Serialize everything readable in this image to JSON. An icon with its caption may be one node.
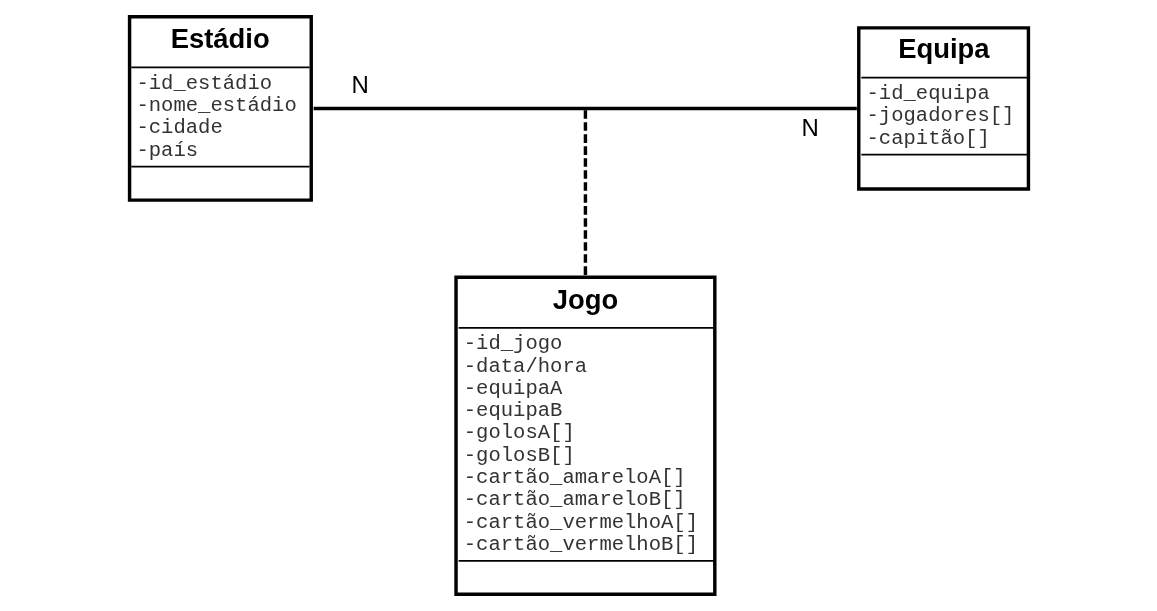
{
  "diagram": {
    "nodes": [
      {
        "text": [
          "Estádio",
          "-id_estádio",
          "-nome_estádio",
          "-cidade",
          "-país"
        ]
      },
      {
        "text": [
          "Equipa",
          "-id_equipa",
          "-jogadores[]",
          "-capitão[]"
        ]
      },
      {
        "text": [
          "Jogo",
          "-id_jogo",
          "-data/hora",
          "-equipaA",
          "-equipaB",
          "-golosA[]",
          "-golosB[]",
          "-cartão_amareloA[]",
          "-cartão_amareloB[]",
          "-cartão_vermelhoA[]",
          "-cartão_vermelhoB[]"
        ]
      }
    ],
    "edges": [
      {
        "from": 0,
        "to": 1,
        "arrow": "none"
      },
      {
        "from": 2,
        "to": null,
        "arrow": "none",
        "style": "dashed"
      }
    ],
    "labels": [
      "N",
      "N"
    ]
  }
}
